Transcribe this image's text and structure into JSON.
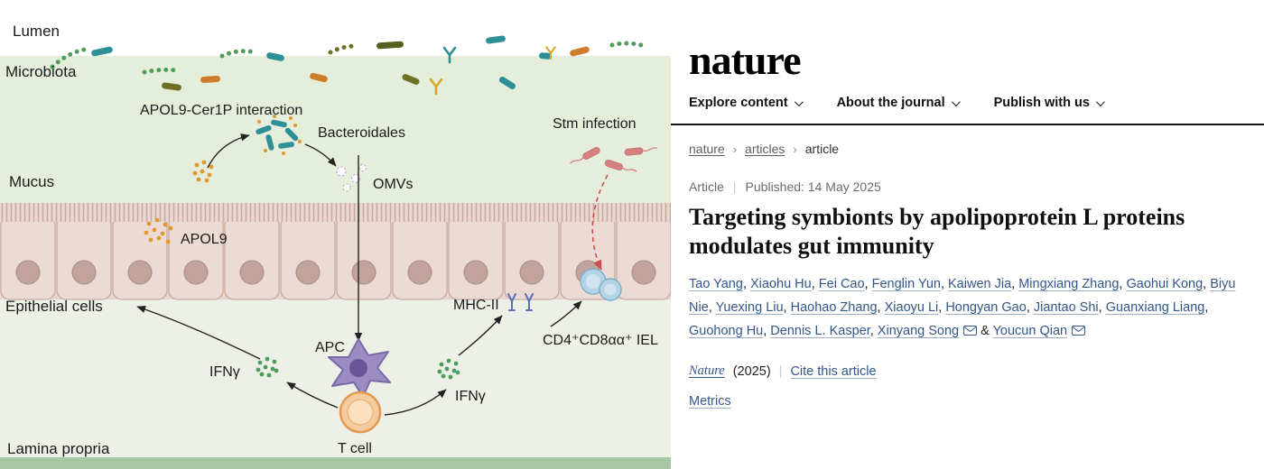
{
  "figure": {
    "labels": {
      "lumen": "Lumen",
      "microbiota": "Microbiota",
      "mucus": "Mucus",
      "epithelial_cells": "Epithelial cells",
      "lamina_propria": "Lamina propria",
      "apol9_cer1p": "APOL9-Cer1P interaction",
      "bacteroidales": "Bacteroidales",
      "omvs": "OMVs",
      "apol9": "APOL9",
      "stm_infection": "Stm infection",
      "mhc2": "MHC-II",
      "iel": "CD4⁺CD8αα⁺ IEL",
      "ifng_left": "IFNγ",
      "ifng_right": "IFNγ",
      "apc": "APC",
      "t_cell": "T cell"
    },
    "colors": {
      "mucus_green": "#e4eedb",
      "lamina_green": "#edf0e7",
      "epithelium_pink": "#ecdbd5",
      "bacteroidales_teal": "#2f8f96",
      "apol9_orange": "#e0982f",
      "stm_red": "#d88080",
      "apc_purple": "#9b8cc4",
      "tcell_orange": "#f6cb9e",
      "iel_blue": "#b3d4e4",
      "ifng_green": "#4e9b60"
    }
  },
  "page": {
    "logo": "nature",
    "nav": [
      {
        "label": "Explore content"
      },
      {
        "label": "About the journal"
      },
      {
        "label": "Publish with us"
      }
    ],
    "breadcrumb": [
      {
        "label": "nature"
      },
      {
        "label": "articles"
      },
      {
        "label": "article"
      }
    ],
    "separators": {
      "breadcrumb": "›",
      "divider": "|"
    },
    "article": {
      "type": "Article",
      "published": "Published: 14 May 2025",
      "title": "Targeting symbionts by apolipoprotein L proteins modulates gut immunity",
      "authors": [
        {
          "name": "Tao Yang",
          "email": false
        },
        {
          "name": "Xiaohu Hu",
          "email": false
        },
        {
          "name": "Fei Cao",
          "email": false
        },
        {
          "name": "Fenglin Yun",
          "email": false
        },
        {
          "name": "Kaiwen Jia",
          "email": false
        },
        {
          "name": "Mingxiang Zhang",
          "email": false
        },
        {
          "name": "Gaohui Kong",
          "email": false
        },
        {
          "name": "Biyu Nie",
          "email": false
        },
        {
          "name": "Yuexing Liu",
          "email": false
        },
        {
          "name": "Haohao Zhang",
          "email": false
        },
        {
          "name": "Xiaoyu Li",
          "email": false
        },
        {
          "name": "Hongyan Gao",
          "email": false
        },
        {
          "name": "Jiantao Shi",
          "email": false
        },
        {
          "name": "Guanxiang Liang",
          "email": false
        },
        {
          "name": "Guohong Hu",
          "email": false
        },
        {
          "name": "Dennis L. Kasper",
          "email": false
        },
        {
          "name": "Xinyang Song",
          "email": true
        },
        {
          "name": "Youcun Qian",
          "email": true
        }
      ],
      "journal": "Nature",
      "year": "(2025)",
      "cite_label": "Cite this article",
      "metrics_label": "Metrics"
    },
    "link_color": "#33568a"
  }
}
